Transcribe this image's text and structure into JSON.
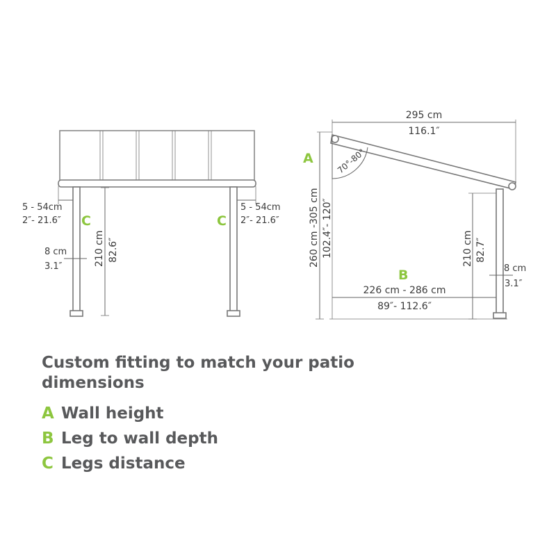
{
  "front_view": {
    "overhang_cm": "5 - 54cm",
    "overhang_in": "2″- 21.6″",
    "letter_c": "C",
    "leg_width_cm": "8 cm",
    "leg_width_in": "3.1″",
    "height_cm": "210 cm",
    "height_in": "82.6″"
  },
  "side_view": {
    "length_cm": "295 cm",
    "length_in": "116.1″",
    "letter_a": "A",
    "angle": "70°-80°",
    "wall_height_cm": "260 cm -305 cm",
    "wall_height_in": "102.4″- 120″",
    "leg_height_cm": "210 cm",
    "leg_height_in": "82.7″",
    "letter_b": "B",
    "depth_cm": "226 cm - 286 cm",
    "depth_in": "89″- 112.6″",
    "leg_width_cm": "8 cm",
    "leg_width_in": "3.1″"
  },
  "legend": {
    "title_line1": "Custom fitting to match your patio",
    "title_line2": "dimensions",
    "items": [
      {
        "letter": "A",
        "label": "Wall height"
      },
      {
        "letter": "B",
        "label": "Leg to wall depth"
      },
      {
        "letter": "C",
        "label": "Legs distance"
      }
    ]
  },
  "colors": {
    "accent_green": "#8dc63f",
    "text_gray": "#58595b",
    "line_gray": "#777777"
  }
}
